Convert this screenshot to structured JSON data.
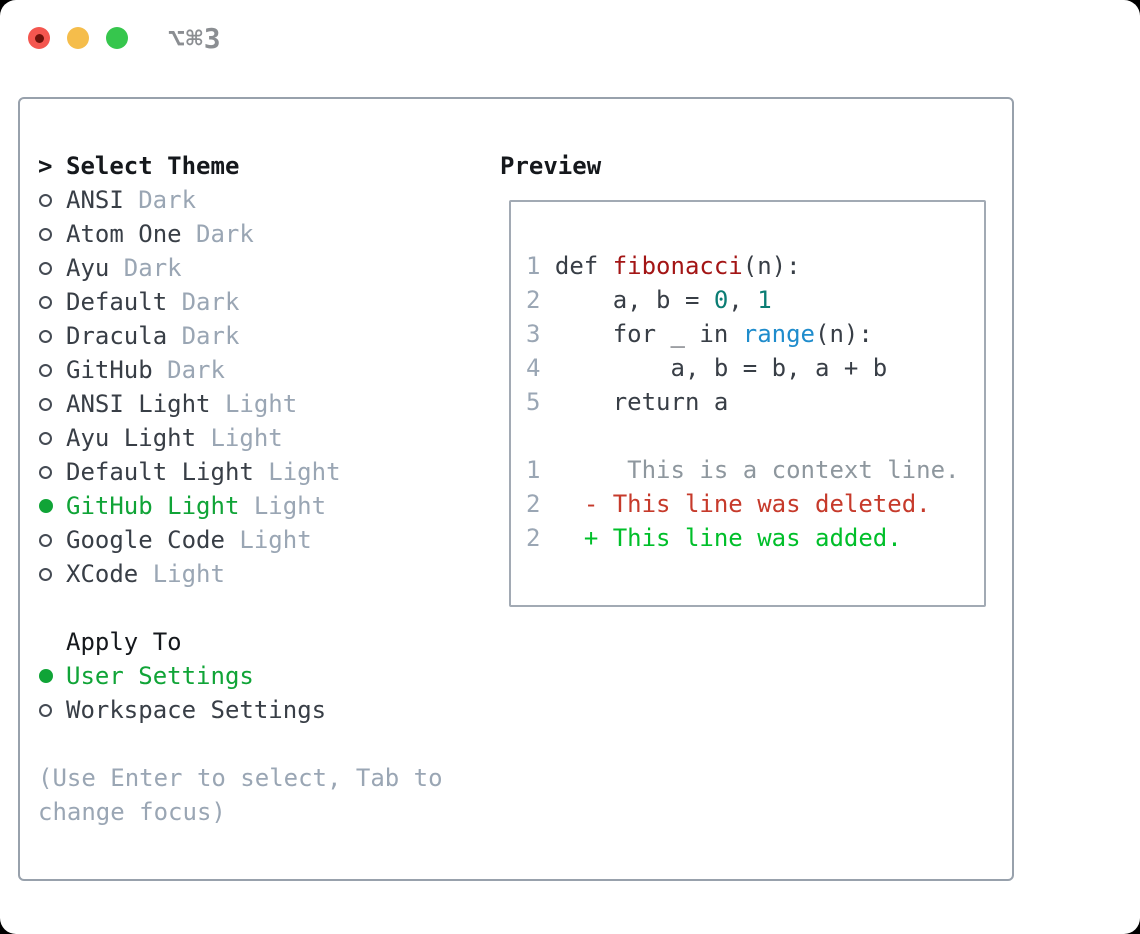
{
  "window": {
    "title": "⌥⌘3"
  },
  "colors": {
    "selection_green": "#10a437",
    "added_green": "#00bf2a",
    "deleted_red": "#c63a2b",
    "function_red": "#a31515",
    "builtin_blue": "#1f8ccc",
    "number_teal": "#0b7d74",
    "context_gray": "#8e979e",
    "muted_gray": "#9aa6b4",
    "text_dark": "#383e46",
    "traffic_red": "#f4564f",
    "traffic_yellow": "#f5bd4b",
    "traffic_green": "#36c64d"
  },
  "selector": {
    "caret": ">",
    "heading": "Select Theme",
    "themes": [
      {
        "name": "ANSI",
        "variant": "Dark",
        "selected": false
      },
      {
        "name": "Atom One",
        "variant": "Dark",
        "selected": false
      },
      {
        "name": "Ayu",
        "variant": "Dark",
        "selected": false
      },
      {
        "name": "Default",
        "variant": "Dark",
        "selected": false
      },
      {
        "name": "Dracula",
        "variant": "Dark",
        "selected": false
      },
      {
        "name": "GitHub",
        "variant": "Dark",
        "selected": false
      },
      {
        "name": "ANSI Light",
        "variant": "Light",
        "selected": false
      },
      {
        "name": "Ayu Light",
        "variant": "Light",
        "selected": false
      },
      {
        "name": "Default Light",
        "variant": "Light",
        "selected": false
      },
      {
        "name": "GitHub Light",
        "variant": "Light",
        "selected": true
      },
      {
        "name": "Google Code",
        "variant": "Light",
        "selected": false
      },
      {
        "name": "XCode",
        "variant": "Light",
        "selected": false
      }
    ],
    "apply_to": {
      "heading": "Apply To",
      "options": [
        {
          "name": "User Settings",
          "selected": true
        },
        {
          "name": "Workspace Settings",
          "selected": false
        }
      ]
    },
    "hint_lines": [
      "(Use Enter to select, Tab to",
      "change focus)"
    ]
  },
  "preview": {
    "heading": "Preview",
    "lines": [
      {
        "type": "blank"
      },
      {
        "type": "code",
        "number": "1",
        "segments": [
          {
            "text": " def ",
            "style": "code"
          },
          {
            "text": "fibonacci",
            "style": "function"
          },
          {
            "text": "(n):",
            "style": "code"
          }
        ]
      },
      {
        "type": "code",
        "number": "2",
        "segments": [
          {
            "text": "     a, b = ",
            "style": "code"
          },
          {
            "text": "0",
            "style": "number"
          },
          {
            "text": ", ",
            "style": "code"
          },
          {
            "text": "1",
            "style": "number"
          }
        ]
      },
      {
        "type": "code",
        "number": "3",
        "segments": [
          {
            "text": "     for _ in ",
            "style": "code"
          },
          {
            "text": "range",
            "style": "builtin"
          },
          {
            "text": "(n):",
            "style": "code"
          }
        ]
      },
      {
        "type": "code",
        "number": "4",
        "segments": [
          {
            "text": "         a, b = b, a + b",
            "style": "code"
          }
        ]
      },
      {
        "type": "code",
        "number": "5",
        "segments": [
          {
            "text": "     return a",
            "style": "code"
          }
        ]
      },
      {
        "type": "blank"
      },
      {
        "type": "code",
        "number": "1",
        "segments": [
          {
            "text": "      This is a context line.",
            "style": "context"
          }
        ]
      },
      {
        "type": "code",
        "number": "2",
        "segments": [
          {
            "text": "   ",
            "style": "code"
          },
          {
            "text": "- This line was deleted.",
            "style": "deleted"
          }
        ]
      },
      {
        "type": "code",
        "number": "2",
        "segments": [
          {
            "text": "   ",
            "style": "code"
          },
          {
            "text": "+ This line was added.",
            "style": "added"
          }
        ]
      },
      {
        "type": "blank"
      }
    ]
  }
}
